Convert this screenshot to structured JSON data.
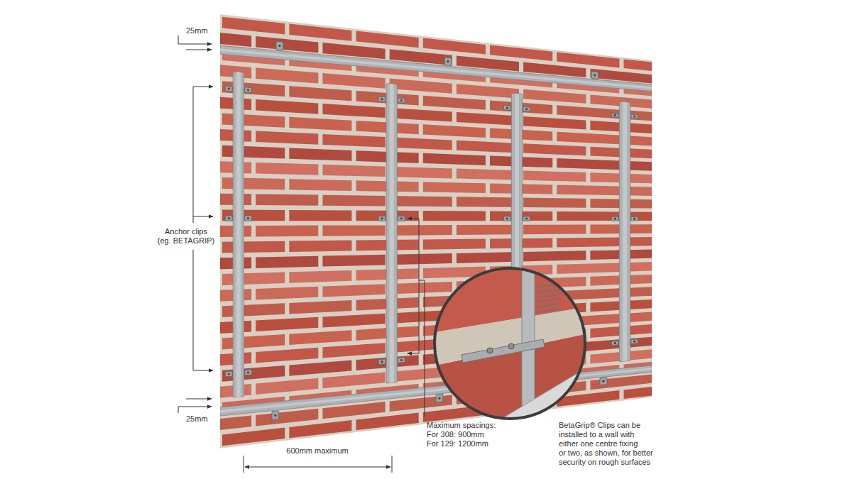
{
  "diagram": {
    "labels": [
      "25mm",
      "Anchor clips (eg. BETAGRIP)",
      "25mm",
      "600mm maximum",
      "Maximum spacings: For 308: 900mm For 129: 1200mm",
      "BetaGrip® Clips can be installed to a wall with either one centre fixing or two, as shown, for better security on rough surfaces"
    ]
  }
}
